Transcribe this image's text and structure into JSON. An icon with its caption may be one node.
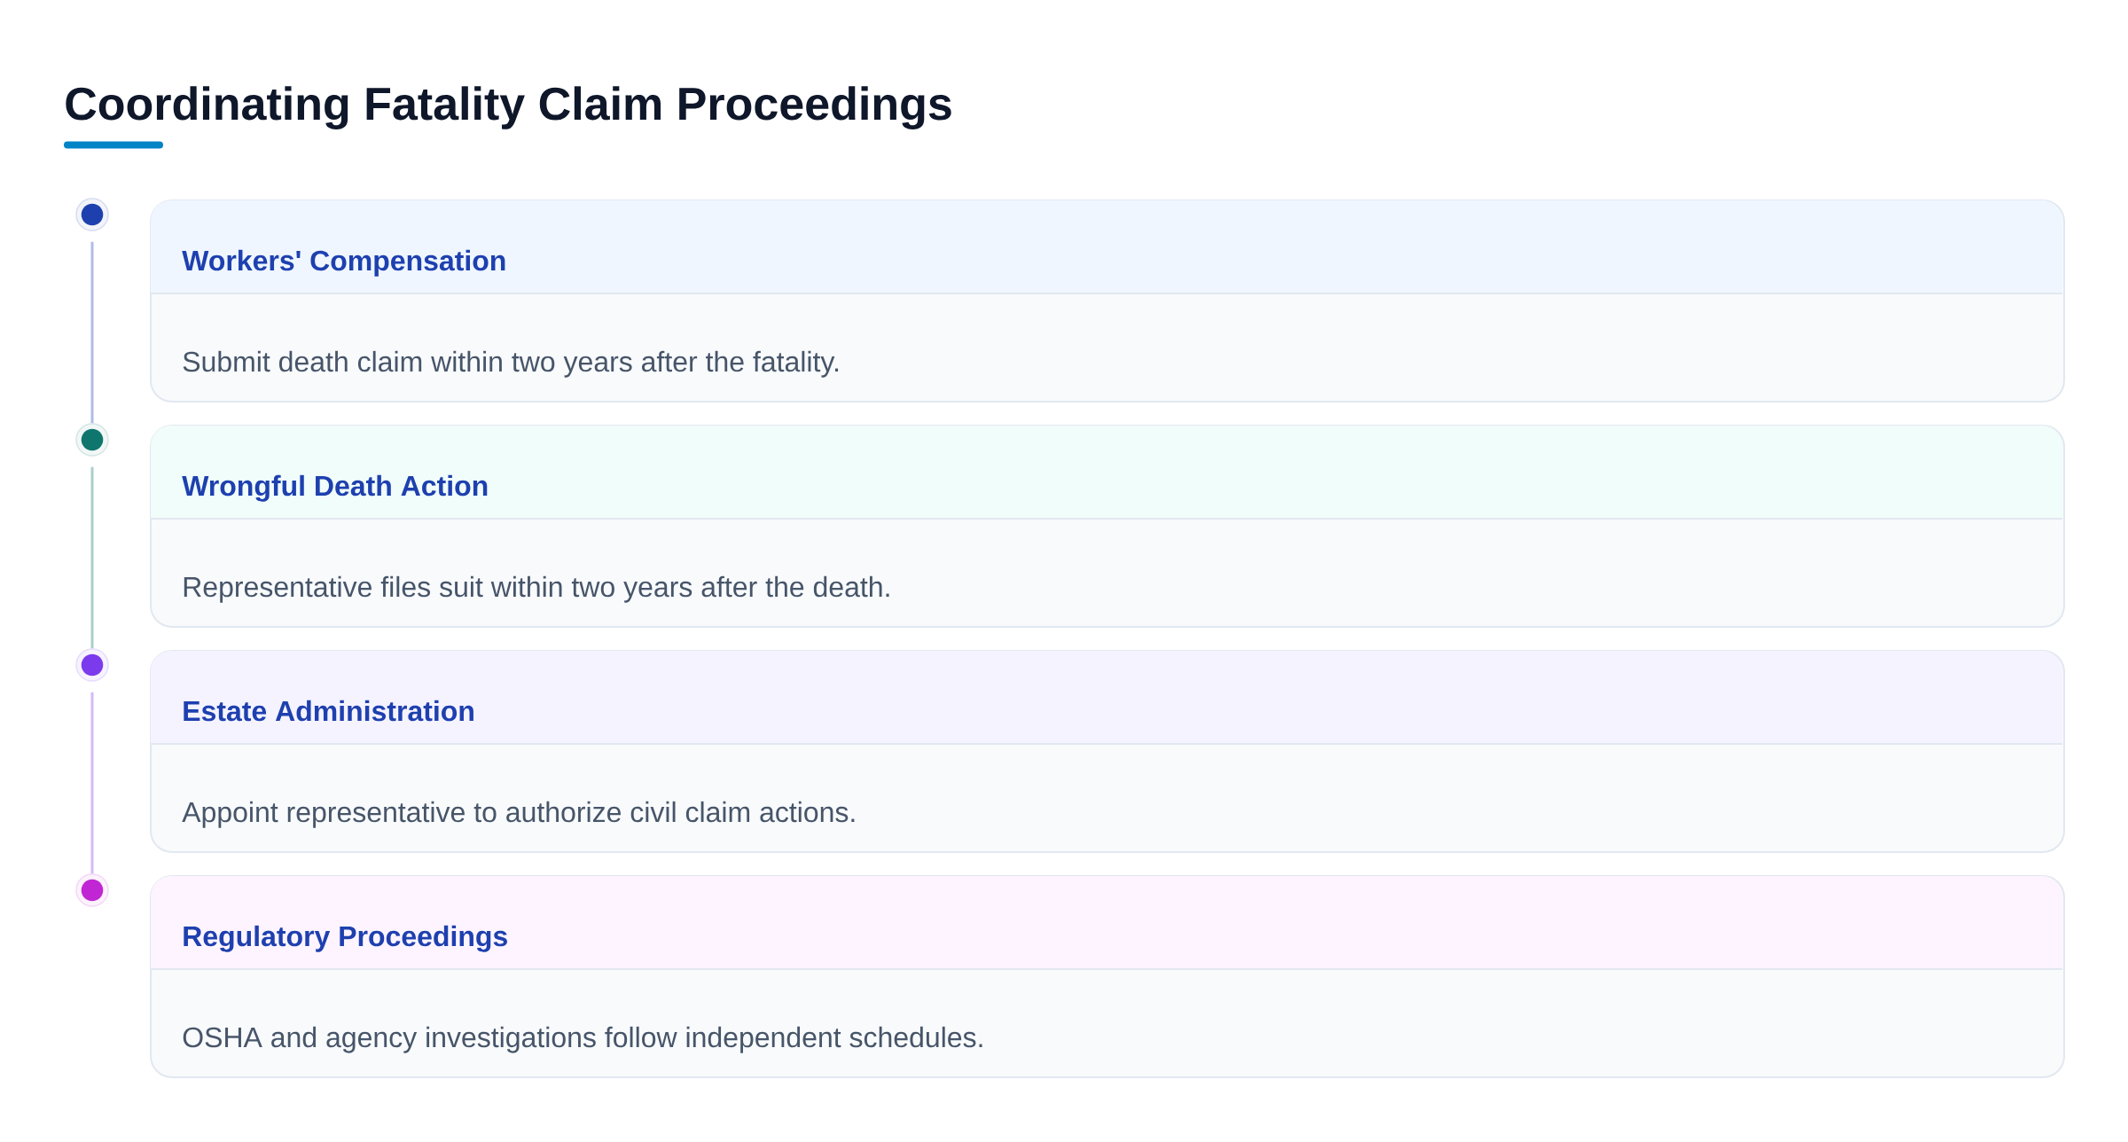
{
  "diagram": {
    "title": "Coordinating Fatality Claim Proceedings",
    "nodes": [
      {
        "text": [],
        "shape": "circle"
      },
      {
        "text": [
          "Workers' Compensation",
          "Submit death claim within two years after the fatality."
        ]
      },
      {
        "text": [],
        "shape": "circle"
      },
      {
        "text": [
          "Wrongful Death Action",
          "Representative files suit within two years after the death."
        ]
      },
      {
        "text": [],
        "shape": "circle"
      },
      {
        "text": [
          "Estate Administration",
          "Appoint representative to authorize civil claim actions."
        ]
      },
      {
        "text": [],
        "shape": "circle"
      },
      {
        "text": [
          "Regulatory Proceedings",
          "OSHA and agency investigations follow independent schedules."
        ]
      }
    ],
    "edges": [
      {
        "from": 0,
        "to": 2,
        "arrow": "none",
        "color": "#b0bce3"
      },
      {
        "from": 2,
        "to": 4,
        "arrow": "none",
        "color": "#abcfcc"
      },
      {
        "from": 4,
        "to": 6,
        "arrow": "none",
        "color": "#d1baf9"
      }
    ]
  }
}
